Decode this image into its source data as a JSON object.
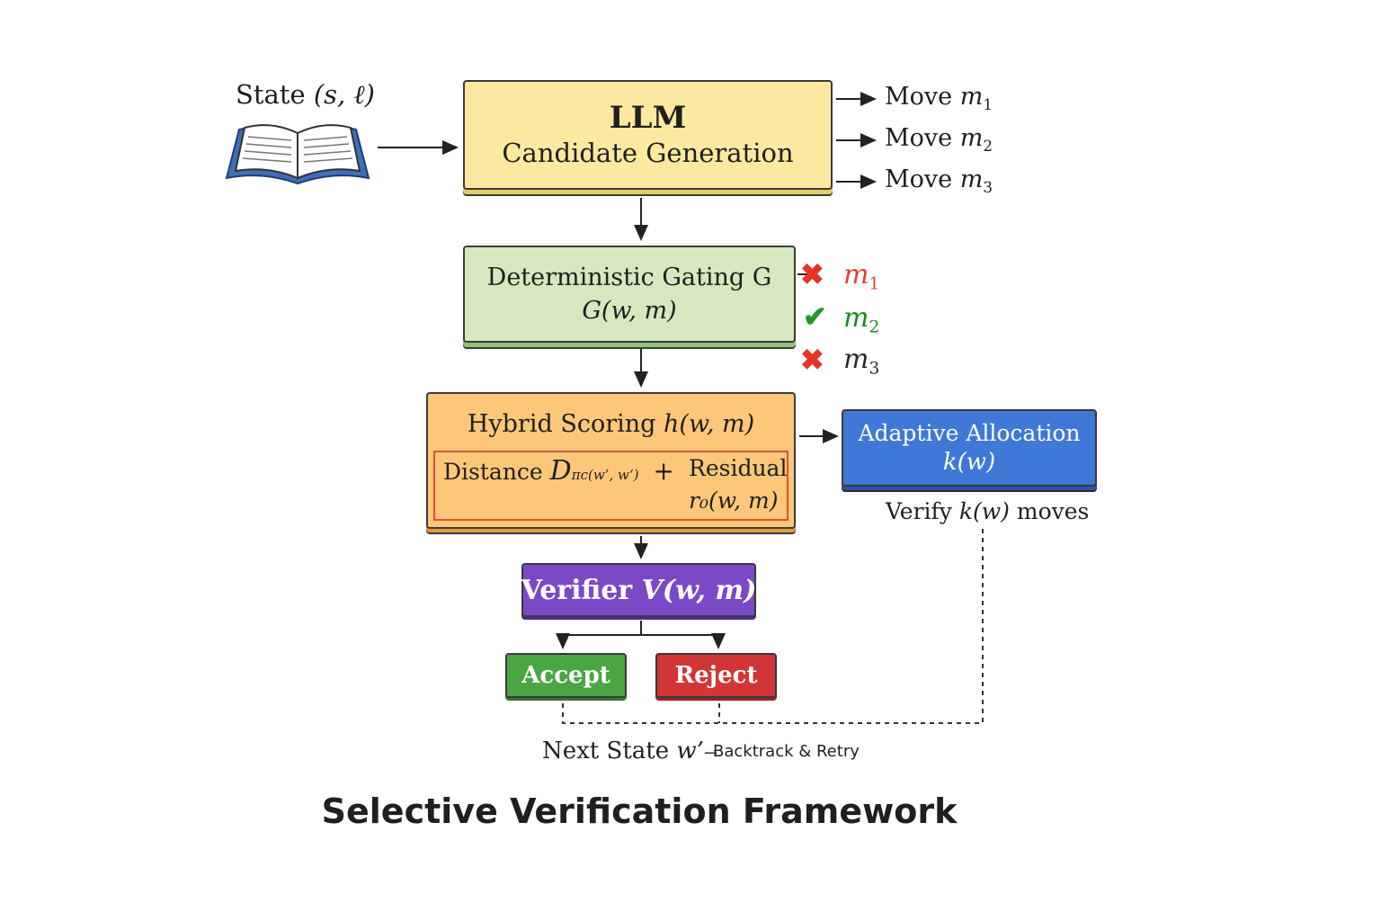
{
  "state": {
    "label_prefix": "State",
    "label_math": "(s, ℓ)"
  },
  "llm": {
    "title": "LLM",
    "subtitle": "Candidate Generation"
  },
  "moves": [
    {
      "label": "Move",
      "var": "m",
      "sub": "1"
    },
    {
      "label": "Move",
      "var": "m",
      "sub": "2"
    },
    {
      "label": "Move",
      "var": "m",
      "sub": "3"
    }
  ],
  "gating": {
    "title": "Deterministic Gating G",
    "formula": "G(w, m)"
  },
  "gating_results": [
    {
      "var": "m",
      "sub": "1",
      "status": "rejected",
      "mark": "✖"
    },
    {
      "var": "m",
      "sub": "2",
      "status": "accepted",
      "mark": "✔"
    },
    {
      "var": "m",
      "sub": "3",
      "status": "rejected",
      "mark": "✖"
    }
  ],
  "hybrid": {
    "title_prefix": "Hybrid Scoring",
    "title_math": "h(w, m)",
    "distance_label": "Distance",
    "distance_math": "D",
    "distance_sub": "πc(w’, w‘)",
    "plus": "+",
    "residual_label": "Residual",
    "residual_math": "r₀(w, m)"
  },
  "adaptive": {
    "title": "Adaptive Allocation",
    "formula": "k(w)",
    "verify_prefix": "Verify",
    "verify_math": "k(w)",
    "verify_suffix": "moves"
  },
  "verifier": {
    "label": "Verifier",
    "math": "V(w, m)"
  },
  "accept": {
    "label": "Accept"
  },
  "reject": {
    "label": "Reject"
  },
  "next": {
    "label": "Next State",
    "math": "w’",
    "arrow": "→",
    "backtrack": "Backtrack & Retry"
  },
  "caption": "Selective Verification Framework",
  "colors": {
    "llm": "#fbe9a0",
    "gating": "#d5e8bf",
    "hybrid": "#fcc779",
    "adaptive": "#3f78d6",
    "verifier": "#7a49c6",
    "accept": "#4aa543",
    "reject": "#d13535"
  }
}
